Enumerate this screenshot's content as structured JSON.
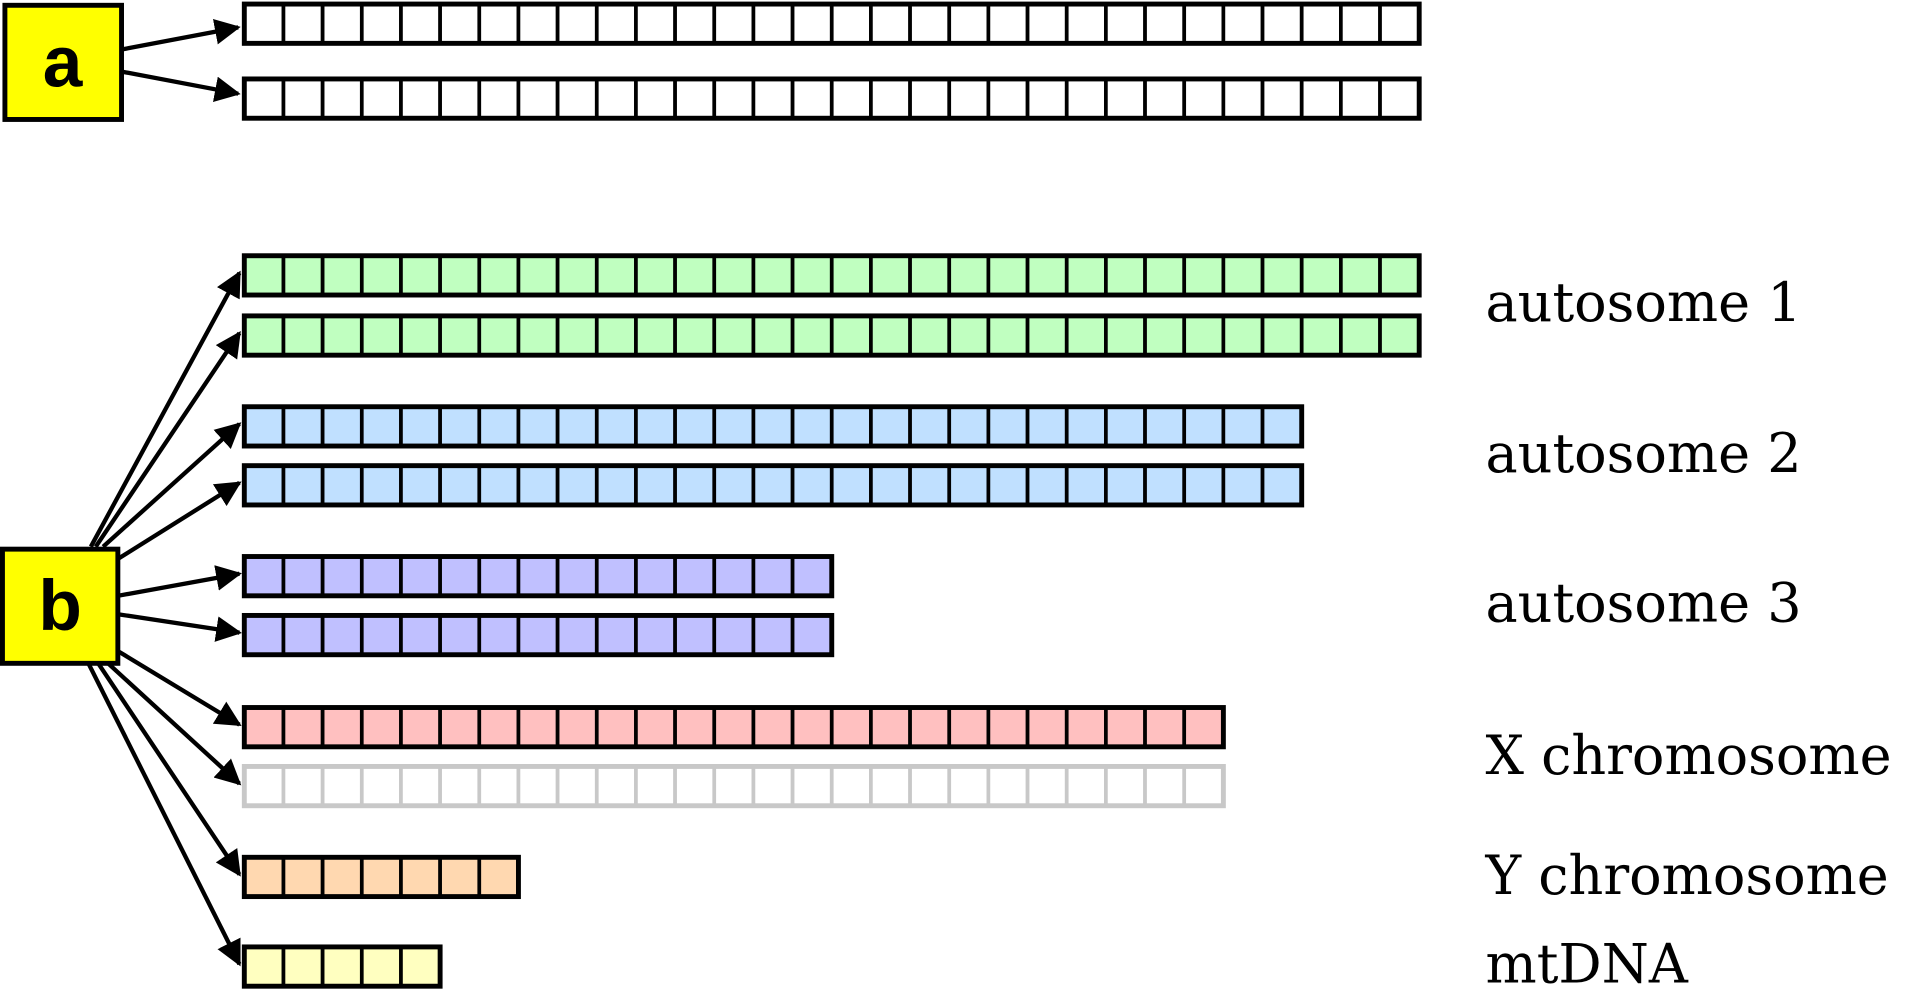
{
  "panels": {
    "a": {
      "label": "a",
      "color": "#ffff00"
    },
    "b": {
      "label": "b",
      "color": "#ffff00"
    }
  },
  "rows_a": [
    {
      "cells": 30,
      "fill": "#ffffff",
      "stroke": "#000000"
    },
    {
      "cells": 30,
      "fill": "#ffffff",
      "stroke": "#000000"
    }
  ],
  "groups_b": [
    {
      "label": "autosome 1",
      "strands": [
        {
          "cells": 30,
          "fill": "#c0ffc0",
          "stroke": "#000000"
        },
        {
          "cells": 30,
          "fill": "#c0ffc0",
          "stroke": "#000000"
        }
      ]
    },
    {
      "label": "autosome 2",
      "strands": [
        {
          "cells": 27,
          "fill": "#c0e0ff",
          "stroke": "#000000"
        },
        {
          "cells": 27,
          "fill": "#c0e0ff",
          "stroke": "#000000"
        }
      ]
    },
    {
      "label": "autosome 3",
      "strands": [
        {
          "cells": 15,
          "fill": "#c0c0ff",
          "stroke": "#000000"
        },
        {
          "cells": 15,
          "fill": "#c0c0ff",
          "stroke": "#000000"
        }
      ]
    },
    {
      "label": "X chromosome",
      "strands": [
        {
          "cells": 25,
          "fill": "#ffc0c0",
          "stroke": "#000000"
        },
        {
          "cells": 25,
          "fill": "#ffffff",
          "stroke": "#c8c8c8"
        }
      ]
    },
    {
      "label": "Y chromosome",
      "strands": [
        {
          "cells": 7,
          "fill": "#ffd8b0",
          "stroke": "#000000"
        }
      ]
    },
    {
      "label": "mtDNA",
      "strands": [
        {
          "cells": 5,
          "fill": "#ffffc0",
          "stroke": "#000000"
        }
      ]
    }
  ]
}
